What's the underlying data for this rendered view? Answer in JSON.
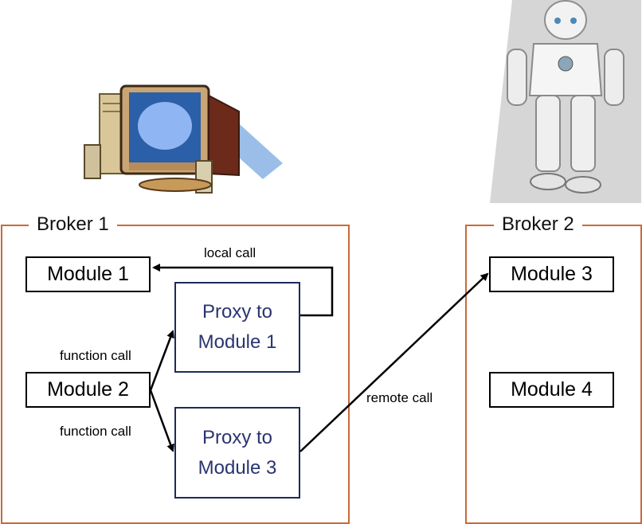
{
  "brokers": [
    {
      "label": "Broker 1"
    },
    {
      "label": "Broker 2"
    }
  ],
  "modules": {
    "module1": "Module 1",
    "module2": "Module 2",
    "module3": "Module 3",
    "module4": "Module 4"
  },
  "proxies": {
    "proxy1": {
      "line1": "Proxy to",
      "line2": "Module 1"
    },
    "proxy3": {
      "line1": "Proxy to",
      "line2": "Module 3"
    }
  },
  "edges": {
    "local_call": "local call",
    "function_call_upper": "function call",
    "function_call_lower": "function call",
    "remote_call": "remote call"
  },
  "images": {
    "computer": "computer-icon",
    "robot": "robot-icon"
  },
  "colors": {
    "broker_frame": "#c86a3a",
    "proxy_text": "#2a3470",
    "proxy_border": "#1f2a5a"
  }
}
